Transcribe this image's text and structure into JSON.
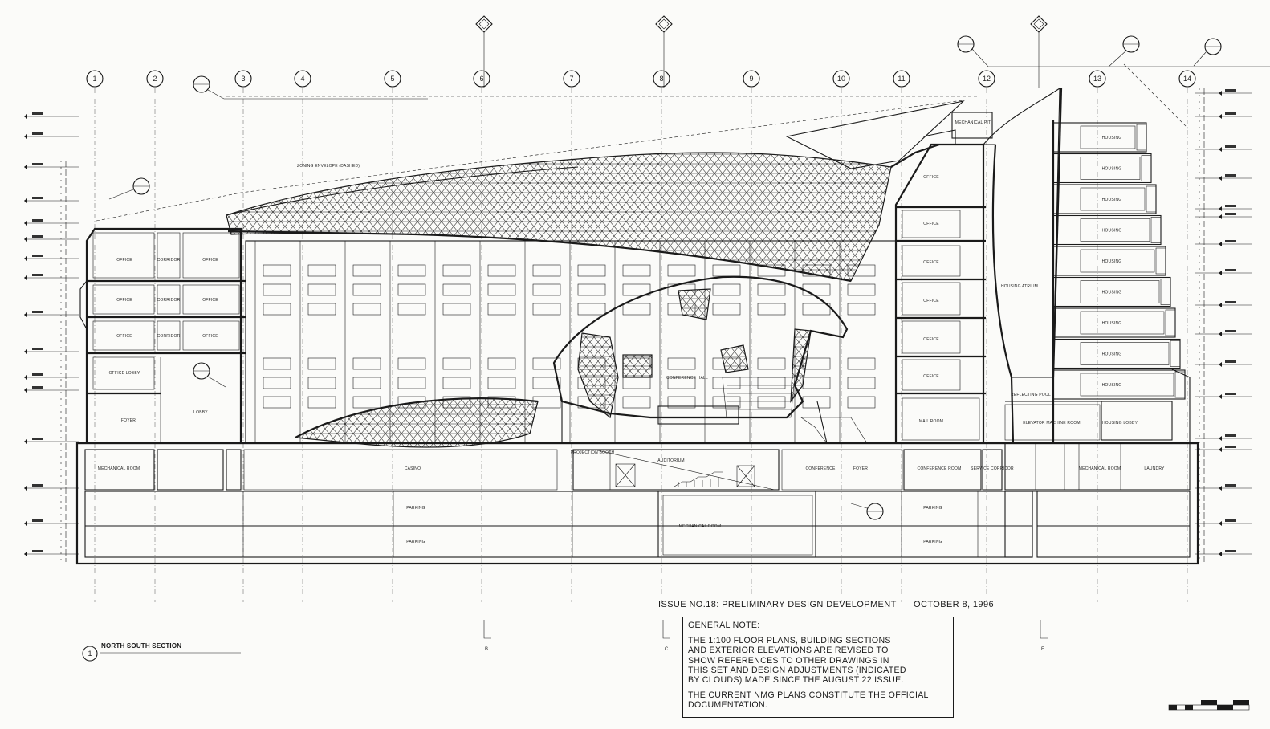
{
  "grid_numbers": [
    "1",
    "2",
    "3",
    "4",
    "5",
    "6",
    "7",
    "8",
    "9",
    "10",
    "11",
    "12",
    "13",
    "14"
  ],
  "grid_letters": [
    "B",
    "C",
    "E"
  ],
  "section": {
    "number": "1",
    "title": "NORTH SOUTH SECTION"
  },
  "issue": {
    "text": "ISSUE NO.18: PRELIMINARY DESIGN DEVELOPMENT",
    "date": "OCTOBER 8, 1996"
  },
  "general_note": {
    "title": "GENERAL NOTE:",
    "paragraph_1": [
      "THE 1:100 FLOOR PLANS, BUILDING SECTIONS",
      "AND EXTERIOR ELEVATIONS ARE REVISED TO",
      "SHOW REFERENCES TO OTHER DRAWINGS IN",
      "THIS SET AND DESIGN ADJUSTMENTS (INDICATED",
      "BY CLOUDS) MADE SINCE THE AUGUST 22 ISSUE."
    ],
    "paragraph_2": [
      "THE CURRENT NMG PLANS CONSTITUTE THE OFFICIAL",
      "DOCUMENTATION."
    ]
  },
  "room_labels": {
    "office": "OFFICE",
    "corridor": "CORRIDOR",
    "office_lobby": "OFFICE LOBBY",
    "foyer": "FOYER",
    "lobby": "LOBBY",
    "mechanical_room": "MECHANICAL ROOM",
    "casino": "CASINO",
    "projection_booth": "PROJECTION BOOTH",
    "auditorium": "AUDITORIUM",
    "conference": "CONFERENCE",
    "conference_hall": "CONFERENCE HALL",
    "conference_room": "CONFERENCE ROOM",
    "service_corridor": "SERVICE CORRIDOR",
    "parking": "PARKING",
    "mail_room": "MAIL ROOM",
    "housing": "HOUSING",
    "housing_atrium": "HOUSING ATRIUM",
    "reflecting_pool": "REFLECTING POOL",
    "elevator_machine_room": "ELEVATOR MACHINE ROOM",
    "housing_lobby": "HOUSING LOBBY",
    "laundry": "LAUNDRY",
    "mechanical_pit": "MECHANICAL PIT",
    "zoning_envelope": "ZONING ENVELOPE (DASHED)"
  }
}
